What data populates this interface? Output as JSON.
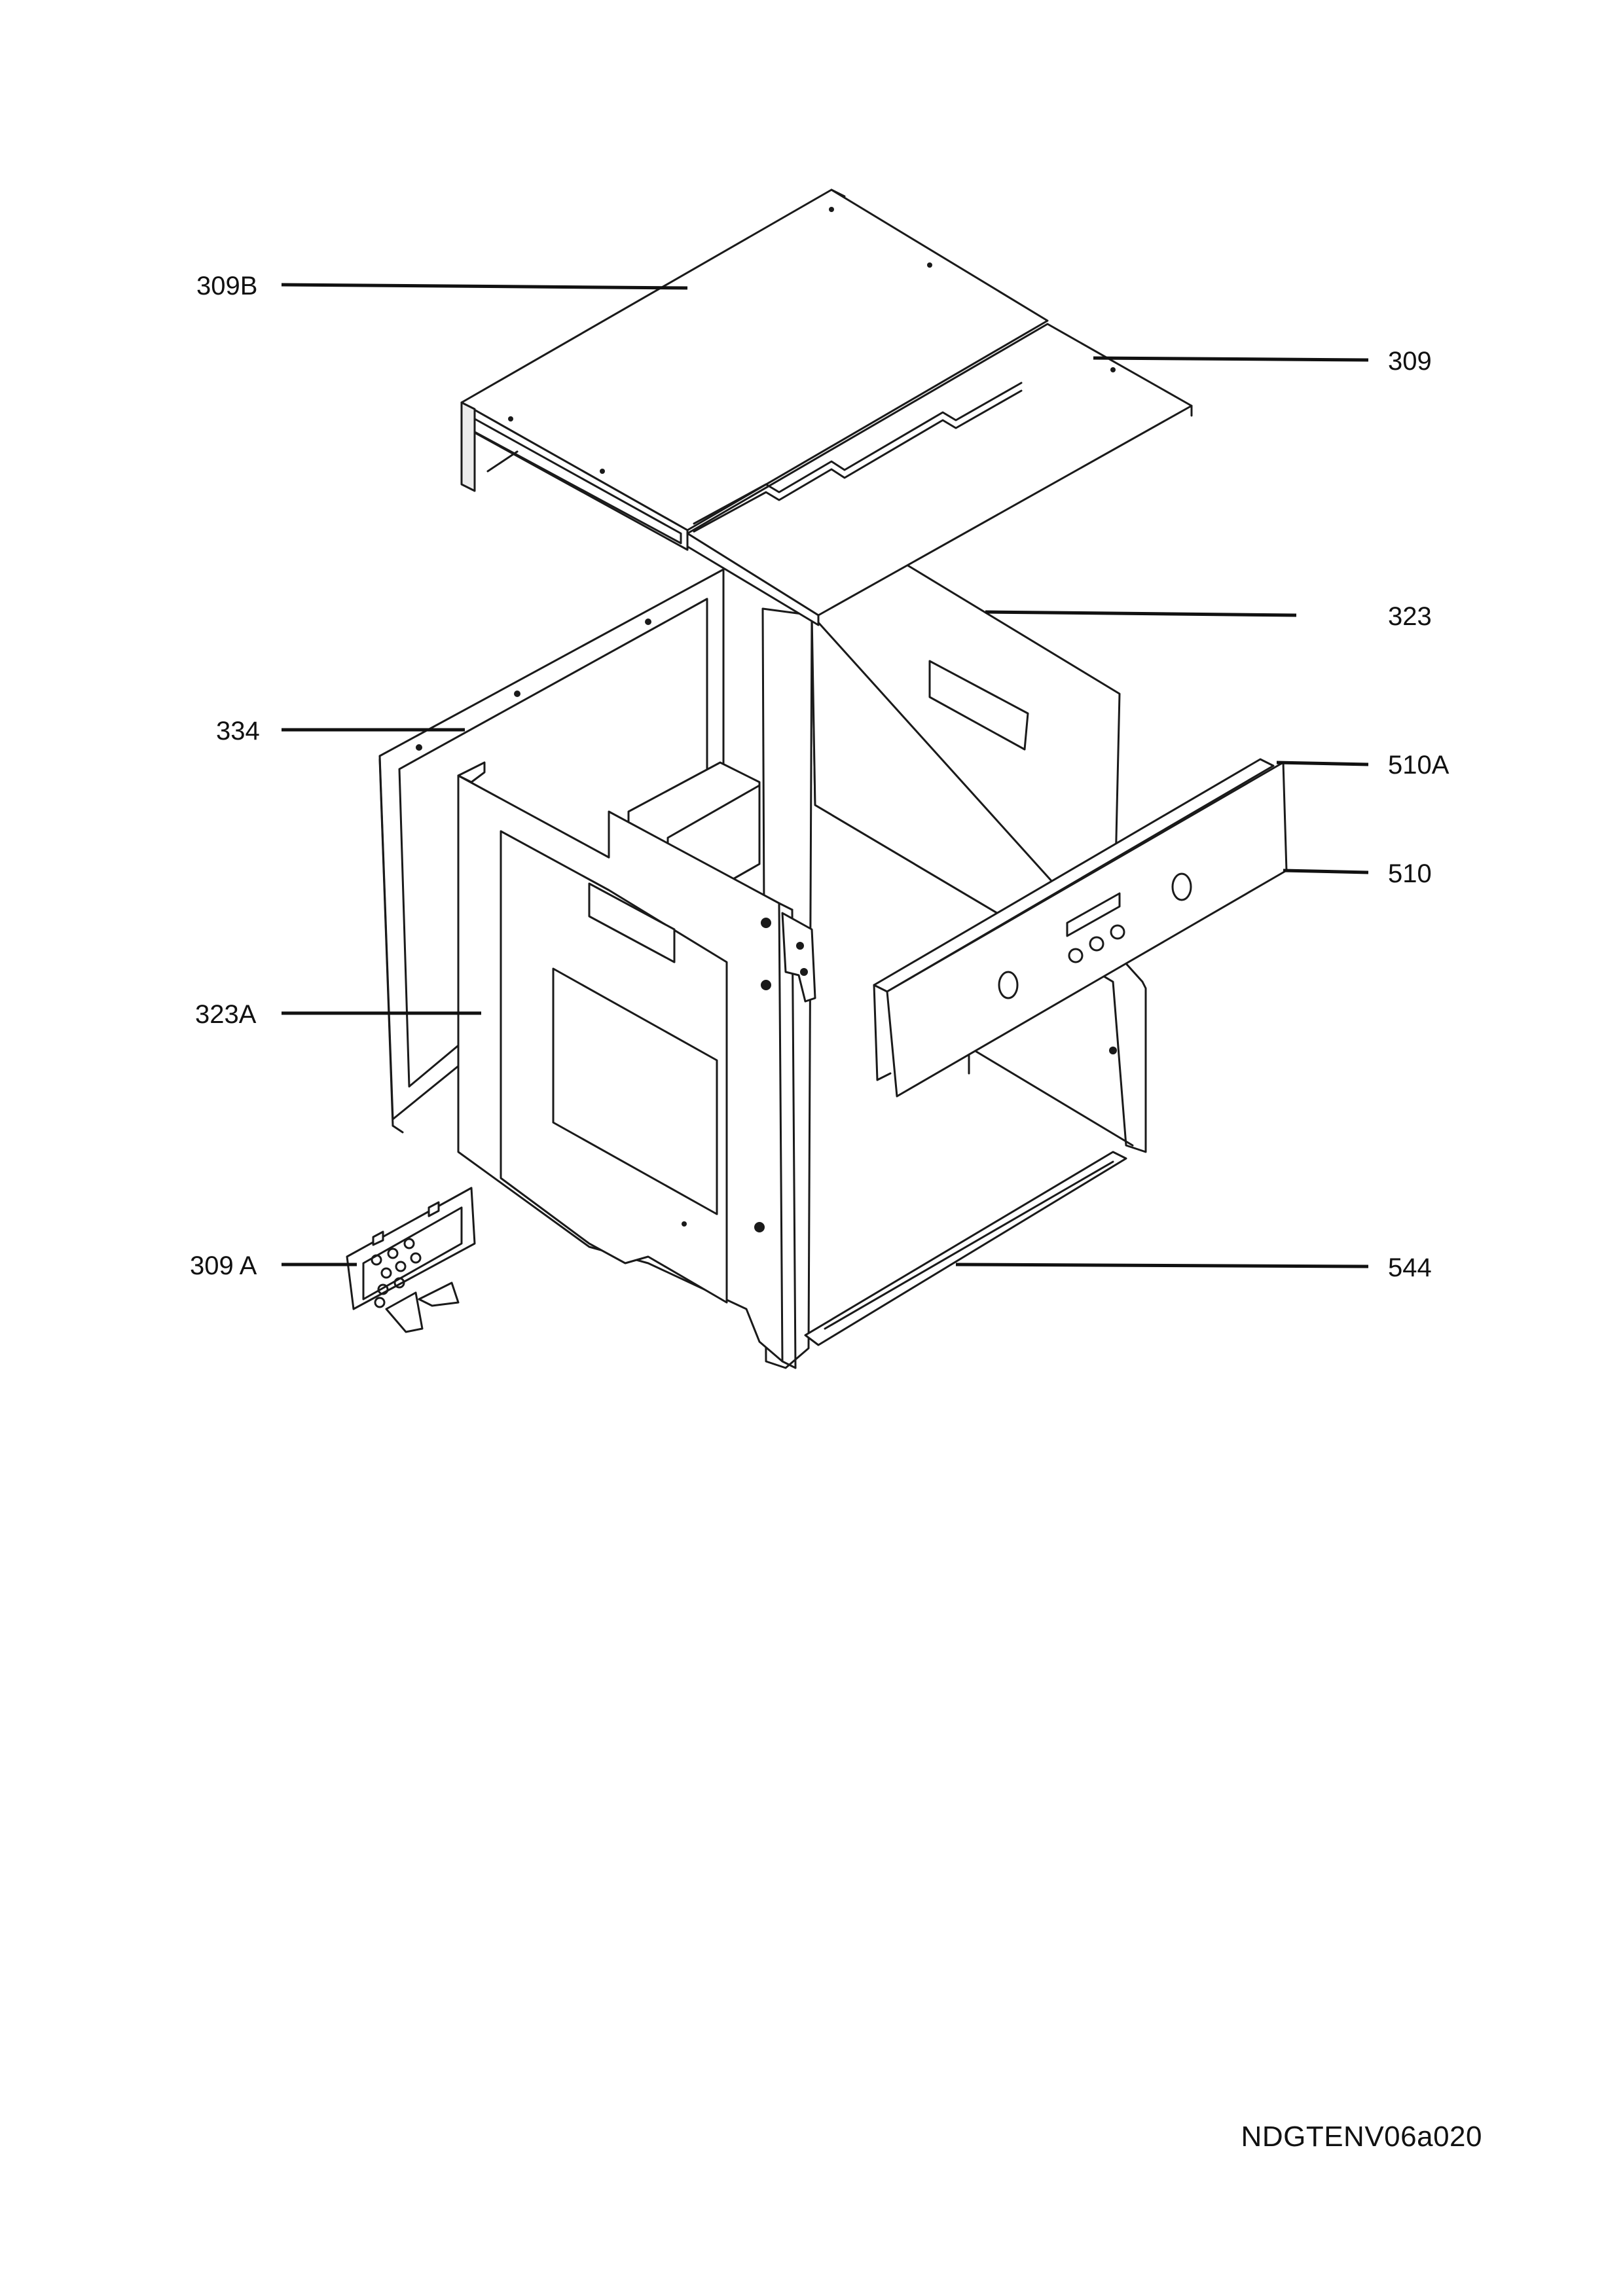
{
  "diagram": {
    "part_labels": [
      {
        "id": "309B",
        "text": "309B"
      },
      {
        "id": "309",
        "text": "309"
      },
      {
        "id": "323",
        "text": "323"
      },
      {
        "id": "334",
        "text": "334"
      },
      {
        "id": "510A",
        "text": "510A"
      },
      {
        "id": "510",
        "text": "510"
      },
      {
        "id": "323A",
        "text": "323A"
      },
      {
        "id": "309A",
        "text": "309 A"
      },
      {
        "id": "544",
        "text": "544"
      }
    ],
    "drawing_code": "NDGTENV06a020"
  }
}
